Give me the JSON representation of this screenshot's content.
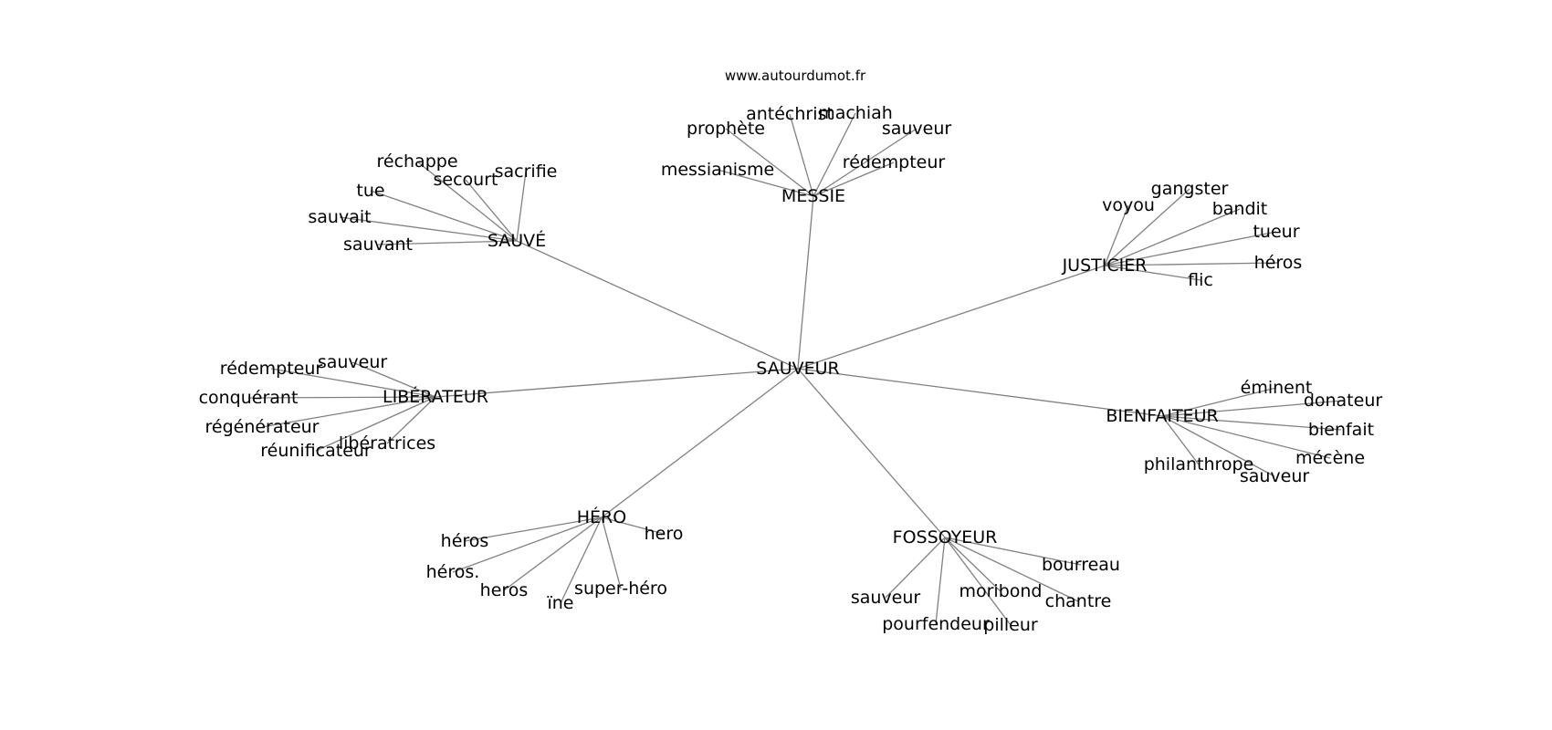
{
  "watermark": "www.autourdumot.fr",
  "graph": {
    "center": "SAUVEUR",
    "hubs": [
      {
        "label": "MESSIE",
        "leaves": [
          "prophète",
          "antéchrist",
          "machiah",
          "sauveur",
          "messianisme",
          "rédempteur"
        ]
      },
      {
        "label": "SAUVÉ",
        "leaves": [
          "réchappe",
          "secourt",
          "sacrifie",
          "tue",
          "sauvait",
          "sauvant"
        ]
      },
      {
        "label": "JUSTICIER",
        "leaves": [
          "voyou",
          "gangster",
          "bandit",
          "tueur",
          "héros",
          "flic"
        ]
      },
      {
        "label": "LIBÉRATEUR",
        "leaves": [
          "sauveur",
          "rédempteur",
          "conquérant",
          "régénérateur",
          "libératrices",
          "réunificateur"
        ]
      },
      {
        "label": "BIENFAITEUR",
        "leaves": [
          "éminent",
          "donateur",
          "bienfait",
          "mécène",
          "philanthrope",
          "sauveur"
        ]
      },
      {
        "label": "HÉRO",
        "leaves": [
          "hero",
          "héros",
          "héros.",
          "heros",
          "super-héro",
          "ïne"
        ]
      },
      {
        "label": "FOSSOYEUR",
        "leaves": [
          "bourreau",
          "sauveur",
          "moribond",
          "chantre",
          "pourfendeur",
          "pilleur"
        ]
      }
    ]
  }
}
